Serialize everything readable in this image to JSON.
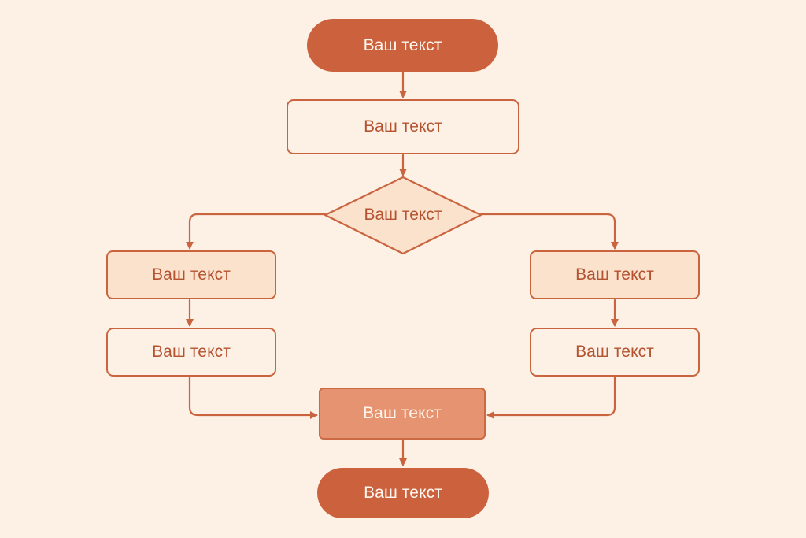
{
  "colors": {
    "background": "#fdf1e6",
    "accent": "#c9643f",
    "terminal_fill": "#cb623d",
    "branch_fill": "#fae2cd",
    "merge_fill": "#e59370",
    "text_dark": "#b5522f",
    "text_light": "#fff7f0"
  },
  "flowchart": {
    "start": {
      "label": "Ваш текст"
    },
    "process": {
      "label": "Ваш текст"
    },
    "decision": {
      "label": "Ваш текст"
    },
    "left_branch": {
      "step1": {
        "label": "Ваш текст"
      },
      "step2": {
        "label": "Ваш текст"
      }
    },
    "right_branch": {
      "step1": {
        "label": "Ваш текст"
      },
      "step2": {
        "label": "Ваш текст"
      }
    },
    "merge": {
      "label": "Ваш текст"
    },
    "end": {
      "label": "Ваш текст"
    }
  }
}
